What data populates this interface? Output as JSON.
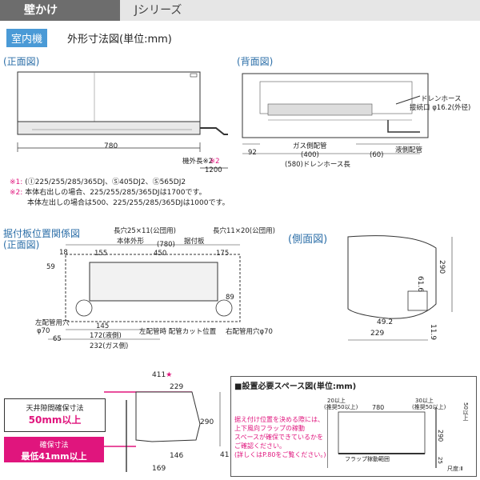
{
  "header": {
    "category": "壁かけ",
    "series": "Jシリーズ"
  },
  "section": {
    "tag": "室内機",
    "title": "外形寸法図(単位:mm)"
  },
  "front_view": {
    "label": "(正面図)",
    "width": "780",
    "pipe_label": "機外長※2",
    "pipe_length": "1200"
  },
  "back_view": {
    "label": "(背面図)",
    "drain_hose": "ドレンホース",
    "drain_dia": "接続口 φ16.2(外径)",
    "dim_92": "92",
    "gas_pipe": "ガス側配管",
    "dim_400": "(400)",
    "dim_60": "(60)",
    "liquid_pipe": "液側配管",
    "dim_580": "(580)ドレンホース長"
  },
  "notes": [
    {
      "mark": "※1:",
      "text": "(Ⓘ225/255/285/365DJ、Ⓢ405DJ2、Ⓢ565DJ2"
    },
    {
      "mark": "※2:",
      "text": "本体右出しの場合、225/255/285/365DJは1700です。"
    },
    {
      "mark": "",
      "text": "本体左出しの場合は500、225/255/285/365DJは1000です。"
    }
  ],
  "mount": {
    "label1": "据付板位置関係図",
    "label2": "(正面図)",
    "long_hole_left": "長穴25×11(公団用)",
    "long_hole_right": "長穴11×20(公団用)",
    "body_outline": "本体外形",
    "mount_plate": "据付板",
    "dim_780": "(780)",
    "dim_155": "155",
    "dim_450": "450",
    "dim_175": "175",
    "dim_18": "18",
    "dim_59": "59",
    "dim_89": "89",
    "dim_145": "145",
    "dim_65": "65",
    "dim_172": "172(液側)",
    "dim_232": "232(ガス側)",
    "left_pipe_hole": "左配管用穴",
    "left_pipe_dia": "φ70",
    "left_pipe_cut": "左配管時 配管カット位置",
    "right_pipe_hole": "右配管用穴φ70"
  },
  "side_view": {
    "label": "(側面図)",
    "dim_290": "290",
    "dim_616": "61.6",
    "dim_492": "49.2",
    "dim_229": "229",
    "dim_119": "11.9"
  },
  "install": {
    "ceiling_label": "天井隙間確保寸法",
    "ceiling_value": "50mm以上",
    "secure_label": "確保寸法",
    "secure_value": "最低41mm以上",
    "dim_411": "411",
    "star": "★",
    "dim_229": "229",
    "dim_290": "290",
    "dim_146": "146",
    "dim_41": "41",
    "dim_169": "169"
  },
  "space": {
    "title": "■設置必要スペース図(単位:mm)",
    "left_top": "20以上",
    "left_rec": "(推奨50以上)",
    "right_top": "30以上",
    "right_rec": "(推奨50以上)",
    "top_val": "50以上",
    "dim_780": "780",
    "dim_290": "290",
    "dim_25": "25",
    "flap": "フラップ稼動範囲",
    "scale": "尺度:Ⅱ",
    "note": [
      "据え付け位置を決める際には、",
      "上下風向フラップの稼動",
      "スペースが確保できているかを",
      "ご確認ください。",
      "(詳しくはP.80をご覧ください。)"
    ]
  }
}
